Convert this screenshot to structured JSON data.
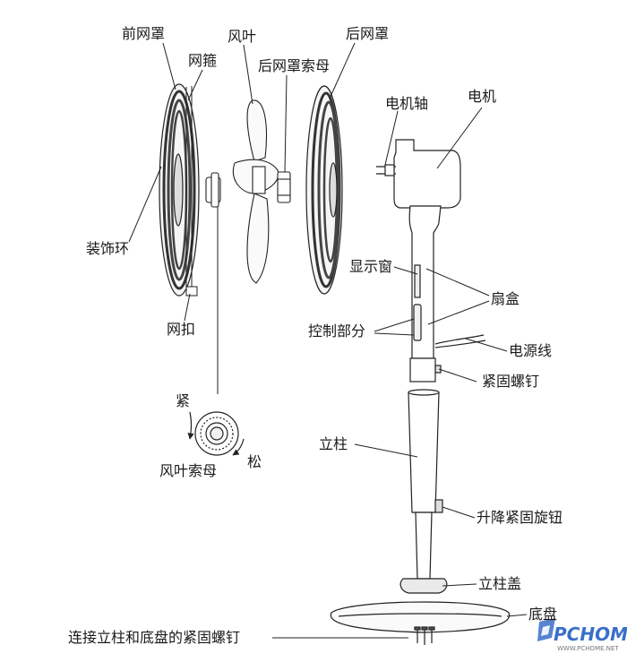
{
  "labels": {
    "front_guard": "前网罩",
    "blade": "风叶",
    "rear_guard": "后网罩",
    "grille": "网箍",
    "rear_guard_nut": "后网罩索母",
    "motor_shaft": "电机轴",
    "motor": "电机",
    "decor_ring": "装饰环",
    "display_window": "显示窗",
    "fan_box": "扇盒",
    "control_part": "控制部分",
    "power_cord": "电源线",
    "fastening_screw": "紧固螺钉",
    "guard_clip": "网扣",
    "tighten": "紧",
    "loosen": "松",
    "blade_nut": "风叶索母",
    "pole": "立柱",
    "lift_knob": "升降紧固旋钮",
    "pole_cover": "立柱盖",
    "base": "底盘",
    "base_screw": "连接立柱和底盘的紧固螺钉"
  },
  "watermark": {
    "logo": "PCHOME",
    "url": "WWW.PCHOME.NET"
  },
  "colors": {
    "line": "#222222",
    "text": "#1a1a1a",
    "watermark_blue": "#3a6fc9"
  }
}
